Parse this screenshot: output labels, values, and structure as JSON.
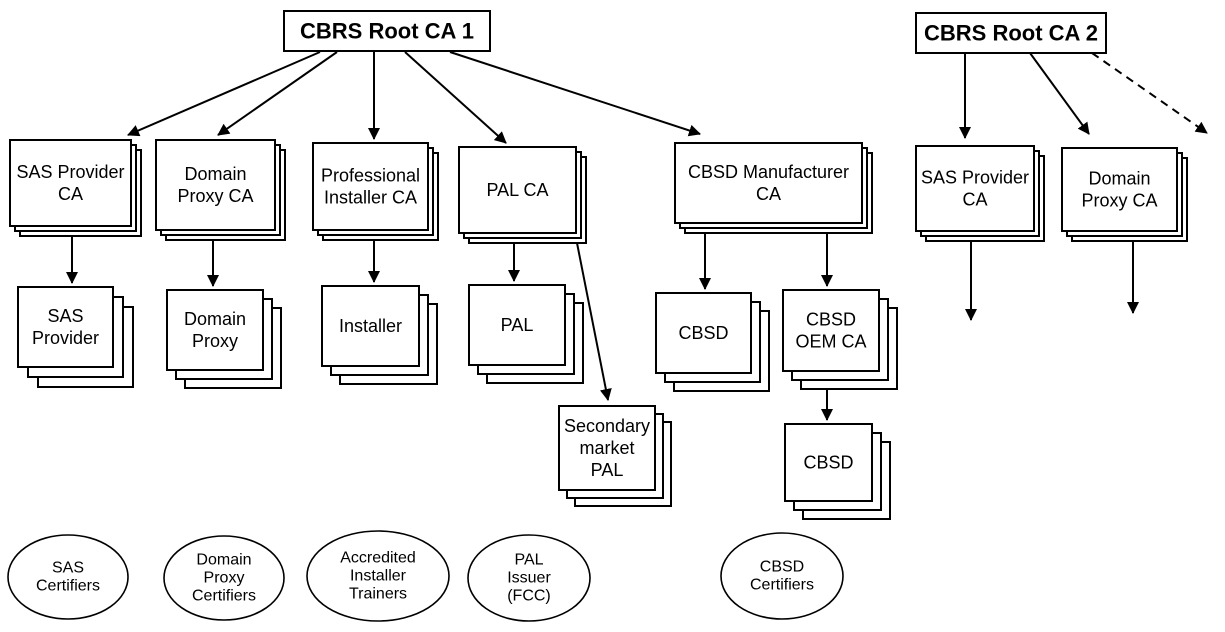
{
  "roots": [
    {
      "id": "root1",
      "label": "CBRS Root CA 1"
    },
    {
      "id": "root2",
      "label": "CBRS Root CA 2"
    }
  ],
  "ca_boxes": [
    {
      "id": "sas-provider-ca-1",
      "lines": [
        "SAS Provider",
        "CA"
      ]
    },
    {
      "id": "domain-proxy-ca-1",
      "lines": [
        "Domain",
        "Proxy CA"
      ]
    },
    {
      "id": "professional-installer-ca",
      "lines": [
        "Professional",
        "Installer CA"
      ]
    },
    {
      "id": "pal-ca",
      "lines": [
        "PAL CA"
      ]
    },
    {
      "id": "cbsd-manufacturer-ca",
      "lines": [
        "CBSD Manufacturer",
        "CA"
      ]
    },
    {
      "id": "sas-provider-ca-2",
      "lines": [
        "SAS Provider",
        "CA"
      ]
    },
    {
      "id": "domain-proxy-ca-2",
      "lines": [
        "Domain",
        "Proxy CA"
      ]
    }
  ],
  "leaf_boxes": [
    {
      "id": "sas-provider",
      "lines": [
        "SAS",
        "Provider"
      ]
    },
    {
      "id": "domain-proxy",
      "lines": [
        "Domain",
        "Proxy"
      ]
    },
    {
      "id": "installer",
      "lines": [
        "Installer"
      ]
    },
    {
      "id": "pal",
      "lines": [
        "PAL"
      ]
    },
    {
      "id": "cbsd-1",
      "lines": [
        "CBSD"
      ]
    },
    {
      "id": "cbsd-oem-ca",
      "lines": [
        "CBSD",
        "OEM CA"
      ]
    },
    {
      "id": "secondary-market-pal",
      "lines": [
        "Secondary",
        "market",
        "PAL"
      ]
    },
    {
      "id": "cbsd-2",
      "lines": [
        "CBSD"
      ]
    }
  ],
  "certifiers": [
    {
      "id": "sas-certifiers",
      "lines": [
        "SAS",
        "Certifiers"
      ]
    },
    {
      "id": "domain-proxy-certifiers",
      "lines": [
        "Domain",
        "Proxy",
        "Certifiers"
      ]
    },
    {
      "id": "accredited-installer-trainers",
      "lines": [
        "Accredited",
        "Installer",
        "Trainers"
      ]
    },
    {
      "id": "pal-issuer",
      "lines": [
        "PAL",
        "Issuer",
        "(FCC)"
      ]
    },
    {
      "id": "cbsd-certifiers",
      "lines": [
        "CBSD",
        "Certifiers"
      ]
    }
  ]
}
